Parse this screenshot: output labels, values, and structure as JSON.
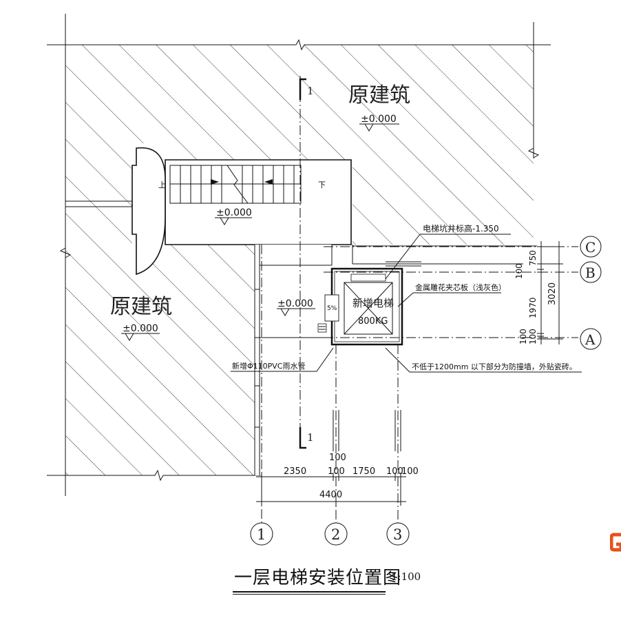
{
  "title": {
    "main": "一层电梯安装位置图",
    "scale": "1:100"
  },
  "buildings": {
    "existing_label": "原建筑",
    "top_elevation": "±0.000",
    "left_elevation": "±0.000"
  },
  "stair": {
    "up_label": "上",
    "down_label": "下",
    "elevation": "±0.000"
  },
  "corridor": {
    "elevation": "±0.000",
    "slope": "5%"
  },
  "elevator": {
    "line1": "新增电梯",
    "line2": "800KG"
  },
  "section_marks": {
    "top": "1",
    "bottom": "1"
  },
  "annotations": {
    "pit_level": "电梯坑井标高-1.350",
    "panel": "金属雕花夹芯板（浅灰色）",
    "drain_pipe": "新增Φ110PVC雨水管",
    "anti_collision": "不低于1200mm 以下部分为防撞墙，外贴瓷砖。"
  },
  "grid_axes": {
    "horizontal": [
      "C",
      "B",
      "A"
    ],
    "vertical": [
      "1",
      "2",
      "3"
    ]
  },
  "dimensions": {
    "right_segments": [
      "750",
      "100",
      "1970",
      "100",
      "100"
    ],
    "right_total": "3020",
    "bottom_segments": [
      "2350",
      "100",
      "1750",
      "100",
      "100"
    ],
    "bottom_top": "100",
    "bottom_total": "4400"
  }
}
